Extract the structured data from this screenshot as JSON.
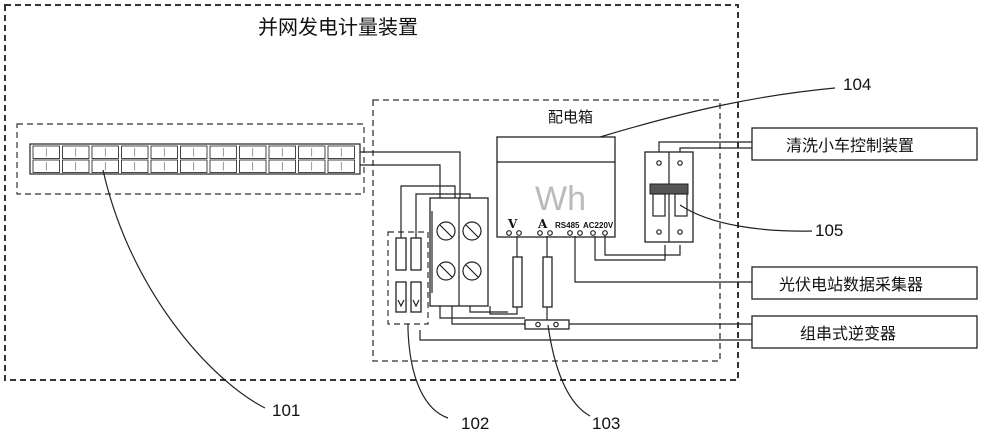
{
  "labels": {
    "outer_title": "并网发电计量装置",
    "box_title": "配电箱",
    "meter_symbol": "Wh",
    "term_v": "V",
    "term_a": "A",
    "term_rs485": "RS485",
    "term_ac": "AC220V",
    "ext_cleaning": "清洗小车控制装置",
    "ext_collector": "光伏电站数据采集器",
    "ext_inverter": "组串式逆变器"
  },
  "callouts": {
    "c101": "101",
    "c102": "102",
    "c103": "103",
    "c104": "104",
    "c105": "105"
  },
  "panel": {
    "columns": 11,
    "rows": 2
  }
}
